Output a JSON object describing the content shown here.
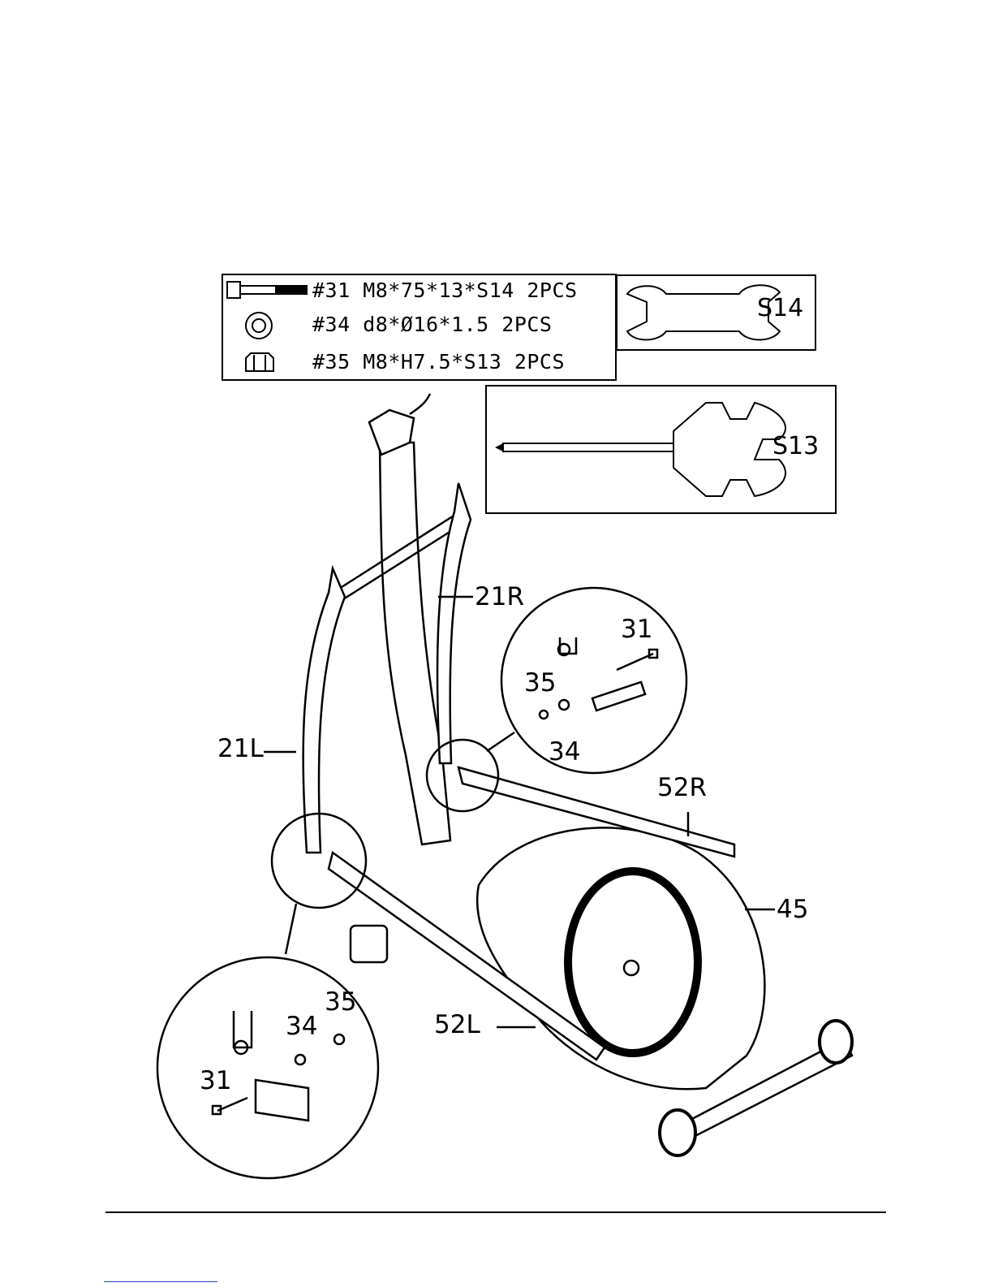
{
  "hardware": [
    {
      "icon": "bolt-icon",
      "text": "#31 M8*75*13*S14 2PCS"
    },
    {
      "icon": "washer-icon",
      "text": "#34 d8*Ø16*1.5 2PCS"
    },
    {
      "icon": "nut-icon",
      "text": "#35 M8*H7.5*S13 2PCS"
    }
  ],
  "tools": {
    "wrench_label": "S14",
    "screwdriver_label": "S13"
  },
  "callouts": {
    "handlebar_right": "21R",
    "handlebar_left": "21L",
    "pedal_arm_right": "52R",
    "pedal_arm_left": "52L",
    "flywheel_cover": "45",
    "detail_right_bolt": "31",
    "detail_right_nut": "35",
    "detail_right_washer": "34",
    "detail_left_bolt": "31",
    "detail_left_washer": "34",
    "detail_left_nut": "35"
  }
}
